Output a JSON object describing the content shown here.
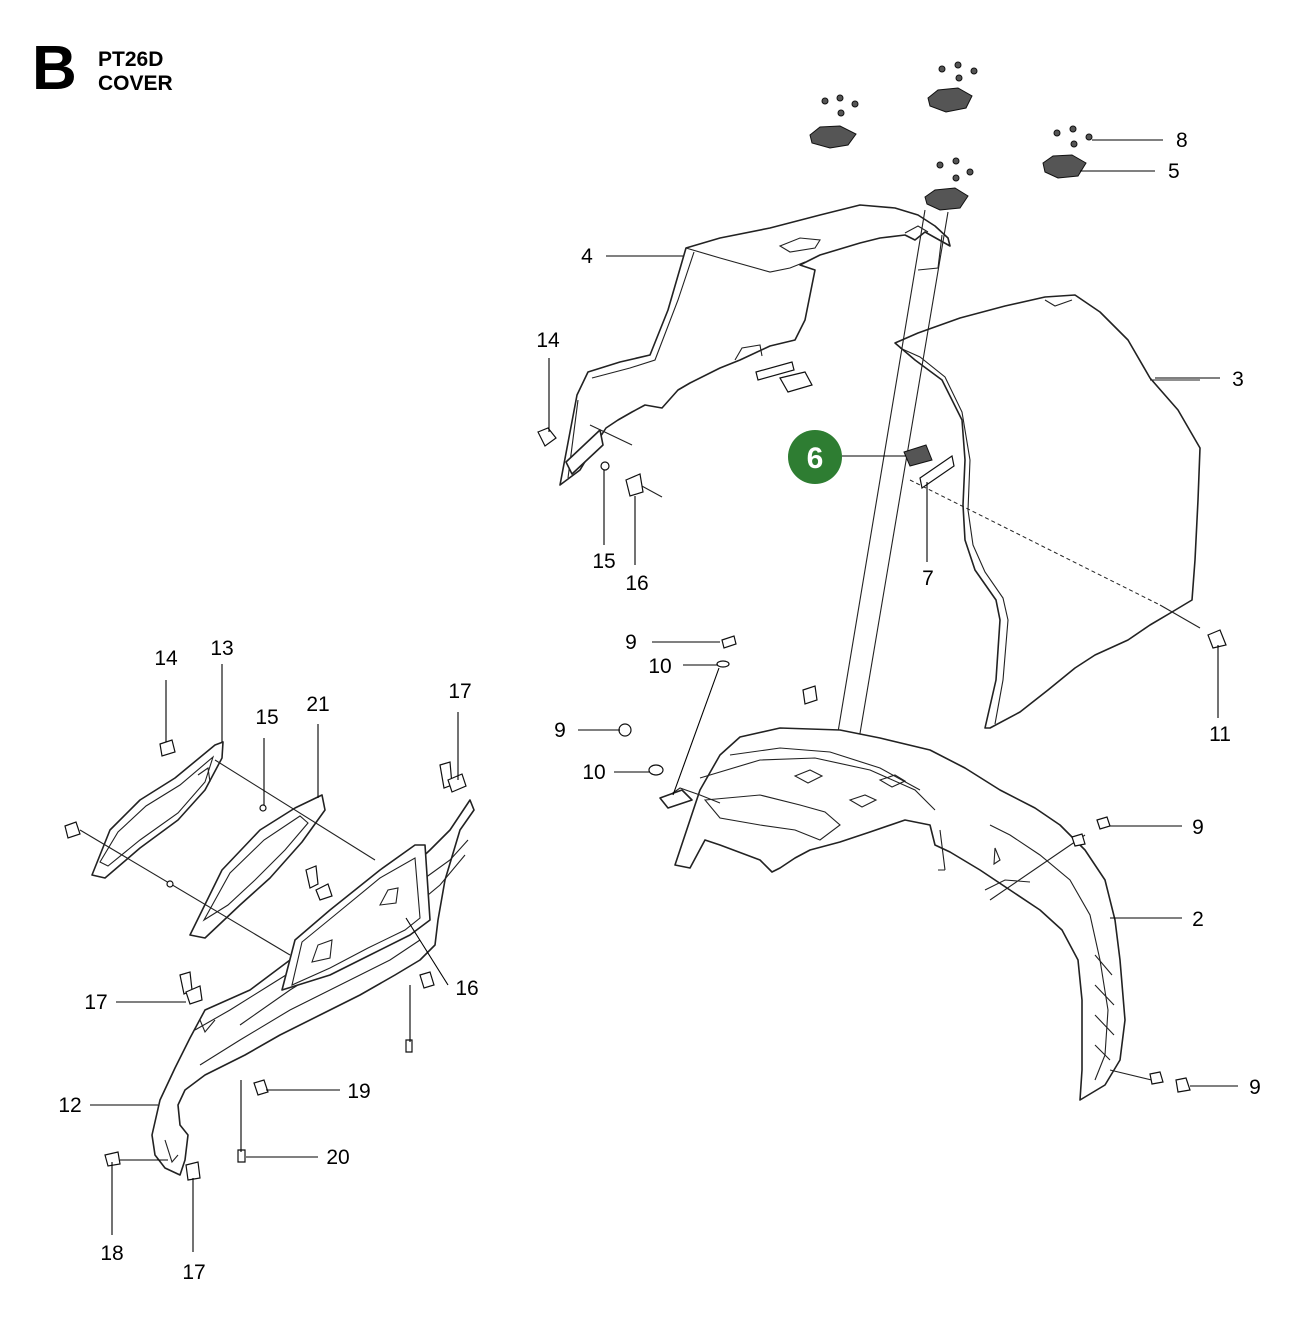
{
  "header": {
    "section_letter": "B",
    "model": "PT26D",
    "assembly": "COVER"
  },
  "highlight": {
    "label": "6",
    "color": "#2e7d32"
  },
  "callouts": {
    "c8": "8",
    "c5": "5",
    "c4": "4",
    "c3": "3",
    "c14a": "14",
    "c15a": "15",
    "c16a": "16",
    "c7": "7",
    "c9a": "9",
    "c10a": "10",
    "c9b": "9",
    "c10b": "10",
    "c11": "11",
    "c9c": "9",
    "c2": "2",
    "c9d": "9",
    "c14b": "14",
    "c13": "13",
    "c15b": "15",
    "c21": "21",
    "c17a": "17",
    "c16b": "16",
    "c17b": "17",
    "c12": "12",
    "c19": "19",
    "c20": "20",
    "c18": "18",
    "c17c": "17"
  }
}
